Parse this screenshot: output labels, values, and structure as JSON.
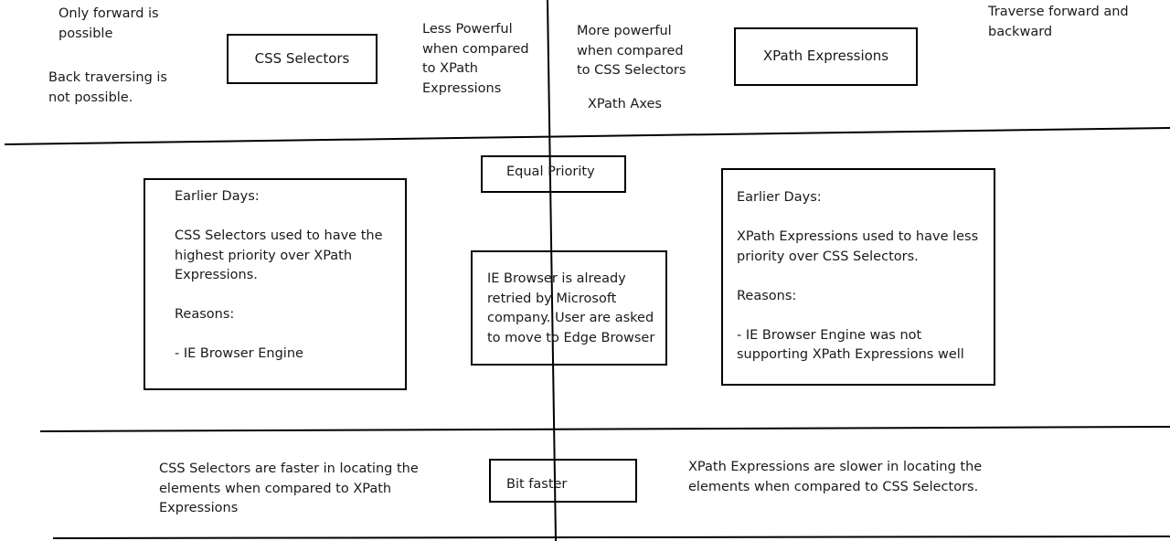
{
  "top": {
    "css_selectors_box": "CSS Selectors",
    "xpath_expressions_box": "XPath Expressions",
    "only_forward": "Only forward is\npossible",
    "back_traversing": "Back traversing is\nnot possible.",
    "less_powerful": "Less Powerful\nwhen compared\nto XPath\nExpressions",
    "more_powerful": "More powerful\nwhen compared\nto CSS Selectors",
    "xpath_axes": "XPath Axes",
    "traverse": "Traverse forward and\nbackward"
  },
  "middle": {
    "equal_priority": "Equal Priority",
    "left_box": "Earlier Days:\n\nCSS Selectors used to have the\nhighest priority over XPath\nExpressions.\n\nReasons:\n\n   - IE Browser Engine",
    "center_box": "IE Browser is already\nretried by Microsoft\ncompany. User are asked\nto move to Edge Browser",
    "right_box": "Earlier Days:\n\nXPath Expressions used to have less\npriority over CSS Selectors.\n\nReasons:\n\n- IE Browser Engine was not\nsupporting XPath Expressions well"
  },
  "bottom": {
    "css_faster": "CSS Selectors are faster in locating the\nelements when compared to XPath\nExpressions",
    "bit_faster": "Bit faster",
    "xpath_slower": "XPath Expressions are slower in locating the\nelements when compared to CSS Selectors."
  },
  "colors": {
    "ink": "#000000",
    "text": "#1a1a1a",
    "background": "#ffffff"
  }
}
